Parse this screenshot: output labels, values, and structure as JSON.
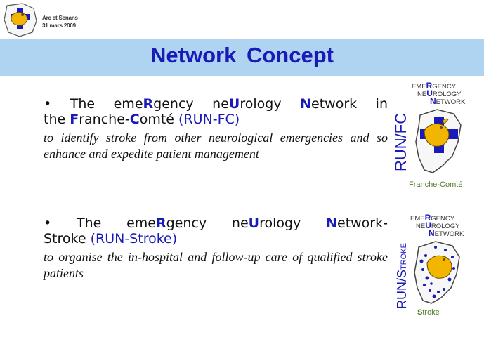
{
  "header": {
    "meta_line1": "Arc et Senans",
    "meta_line2": "31 mars 2009"
  },
  "title": "Network  Concept",
  "bullets": [
    {
      "marker": "•",
      "p1": " The eme",
      "c1": "R",
      "p2": "gency ne",
      "c2": "U",
      "p3": "rology ",
      "c3": "N",
      "p4": "etwork in",
      "l2a": "the ",
      "c4": "F",
      "l2b": "ranche-",
      "c5": "C",
      "l2c": "omté ",
      "abbr": "(RUN-FC)",
      "description": "to identify stroke from other neurological emergencies and so enhance and expedite patient management"
    },
    {
      "marker": "•",
      "p1": " The eme",
      "c1": "R",
      "p2": "gency ne",
      "c2": "U",
      "p3": "rology ",
      "c3": "N",
      "p4": "etwork-",
      "l2a": "Stroke ",
      "abbr": "(RUN-Stroke)",
      "description": "to organise the in-hospital and follow-up care of qualified stroke patients"
    }
  ],
  "logo_fc": {
    "line1a": "EME",
    "line1b": "R",
    "line1c": "GENCY",
    "line2a": "NE",
    "line2b": "U",
    "line2c": "ROLOGY",
    "line3a": "N",
    "line3b": "ETWORK",
    "vertical": "RUN/FC",
    "footer_a": "F",
    "footer_b": "ranche-",
    "footer_c": "C",
    "footer_d": "omté"
  },
  "logo_stroke": {
    "line1a": "EME",
    "line1b": "R",
    "line1c": "GENCY",
    "line2a": "NE",
    "line2b": "U",
    "line2c": "ROLOGY",
    "line3a": "N",
    "line3b": "ETWORK",
    "vertical_a": "RUN/S",
    "vertical_b": "TROKE",
    "footer_a": "S",
    "footer_b": "troke"
  },
  "colors": {
    "accent": "#1a1ab8",
    "title_band": "#aed4f2",
    "logo_gold": "#f2b600",
    "logo_green": "#4e7d2a"
  }
}
